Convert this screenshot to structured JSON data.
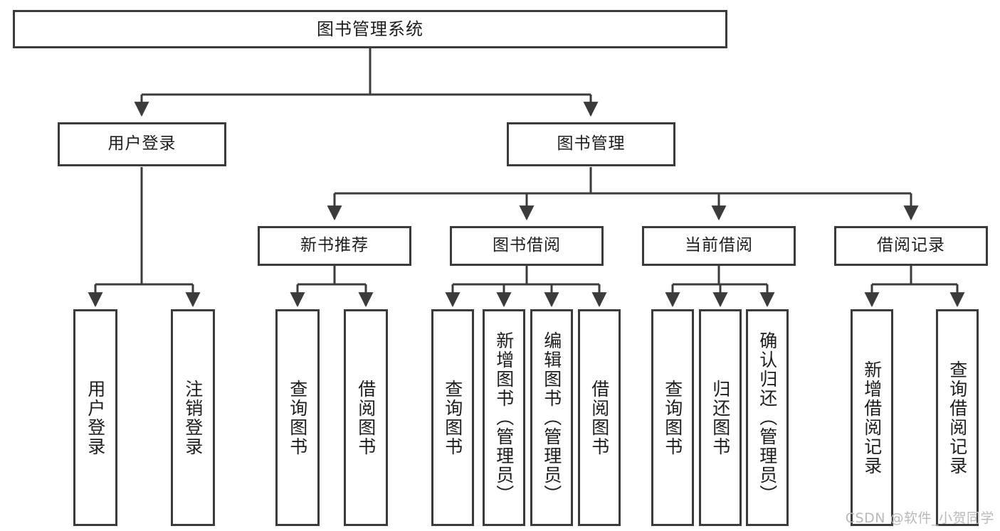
{
  "diagram": {
    "title": "图书管理系统",
    "type": "tree-hierarchy",
    "root": {
      "label": "图书管理系统"
    },
    "level1": [
      {
        "label": "用户登录"
      },
      {
        "label": "图书管理"
      }
    ],
    "level2": [
      {
        "label": "新书推荐"
      },
      {
        "label": "图书借阅"
      },
      {
        "label": "当前借阅"
      },
      {
        "label": "借阅记录"
      }
    ],
    "leaves_user_login": [
      {
        "label": "用户登录"
      },
      {
        "label": "注销登录"
      }
    ],
    "leaves_new_book": [
      {
        "label": "查询图书"
      },
      {
        "label": "借阅图书"
      }
    ],
    "leaves_borrow": [
      {
        "label": "查询图书"
      },
      {
        "label": "新增图书（管理员）"
      },
      {
        "label": "编辑图书（管理员）"
      },
      {
        "label": "借阅图书"
      }
    ],
    "leaves_current": [
      {
        "label": "查询图书"
      },
      {
        "label": "归还图书"
      },
      {
        "label": "确认归还（管理员）"
      }
    ],
    "leaves_record": [
      {
        "label": "新增借阅记录"
      },
      {
        "label": "查询借阅记录"
      }
    ]
  },
  "watermark": {
    "text": "CSDN @软件_小贺同学"
  },
  "colors": {
    "border": "#3b3b3b",
    "text": "#1d1d1d",
    "background": "#ffffff",
    "watermark": "#b9b9b9"
  }
}
